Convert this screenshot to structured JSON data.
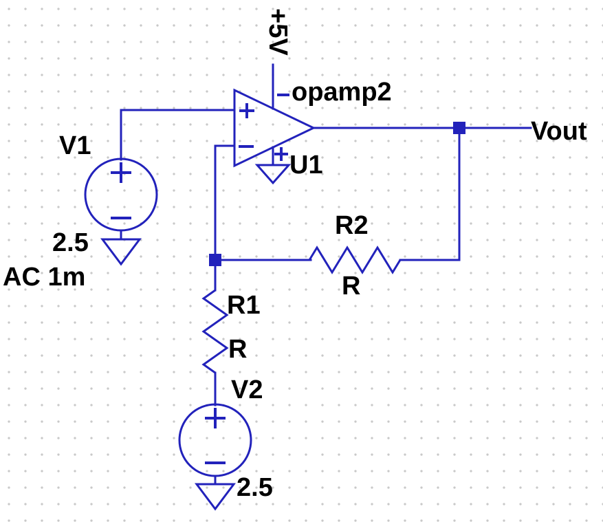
{
  "colors": {
    "bg": "#ffffff",
    "grid": "#c9c9c9",
    "wire": "#2222bb",
    "text": "#000000"
  },
  "labels": {
    "supply_rail": "+5V",
    "output_net": "Vout"
  },
  "components": {
    "opamp": {
      "type": "opamp2",
      "name": "U1"
    },
    "v1": {
      "name": "V1",
      "value": "2.5",
      "spice": "AC 1m"
    },
    "v2": {
      "name": "V2",
      "value": "2.5"
    },
    "r1": {
      "name": "R1",
      "value": "R"
    },
    "r2": {
      "name": "R2",
      "value": "R"
    }
  }
}
